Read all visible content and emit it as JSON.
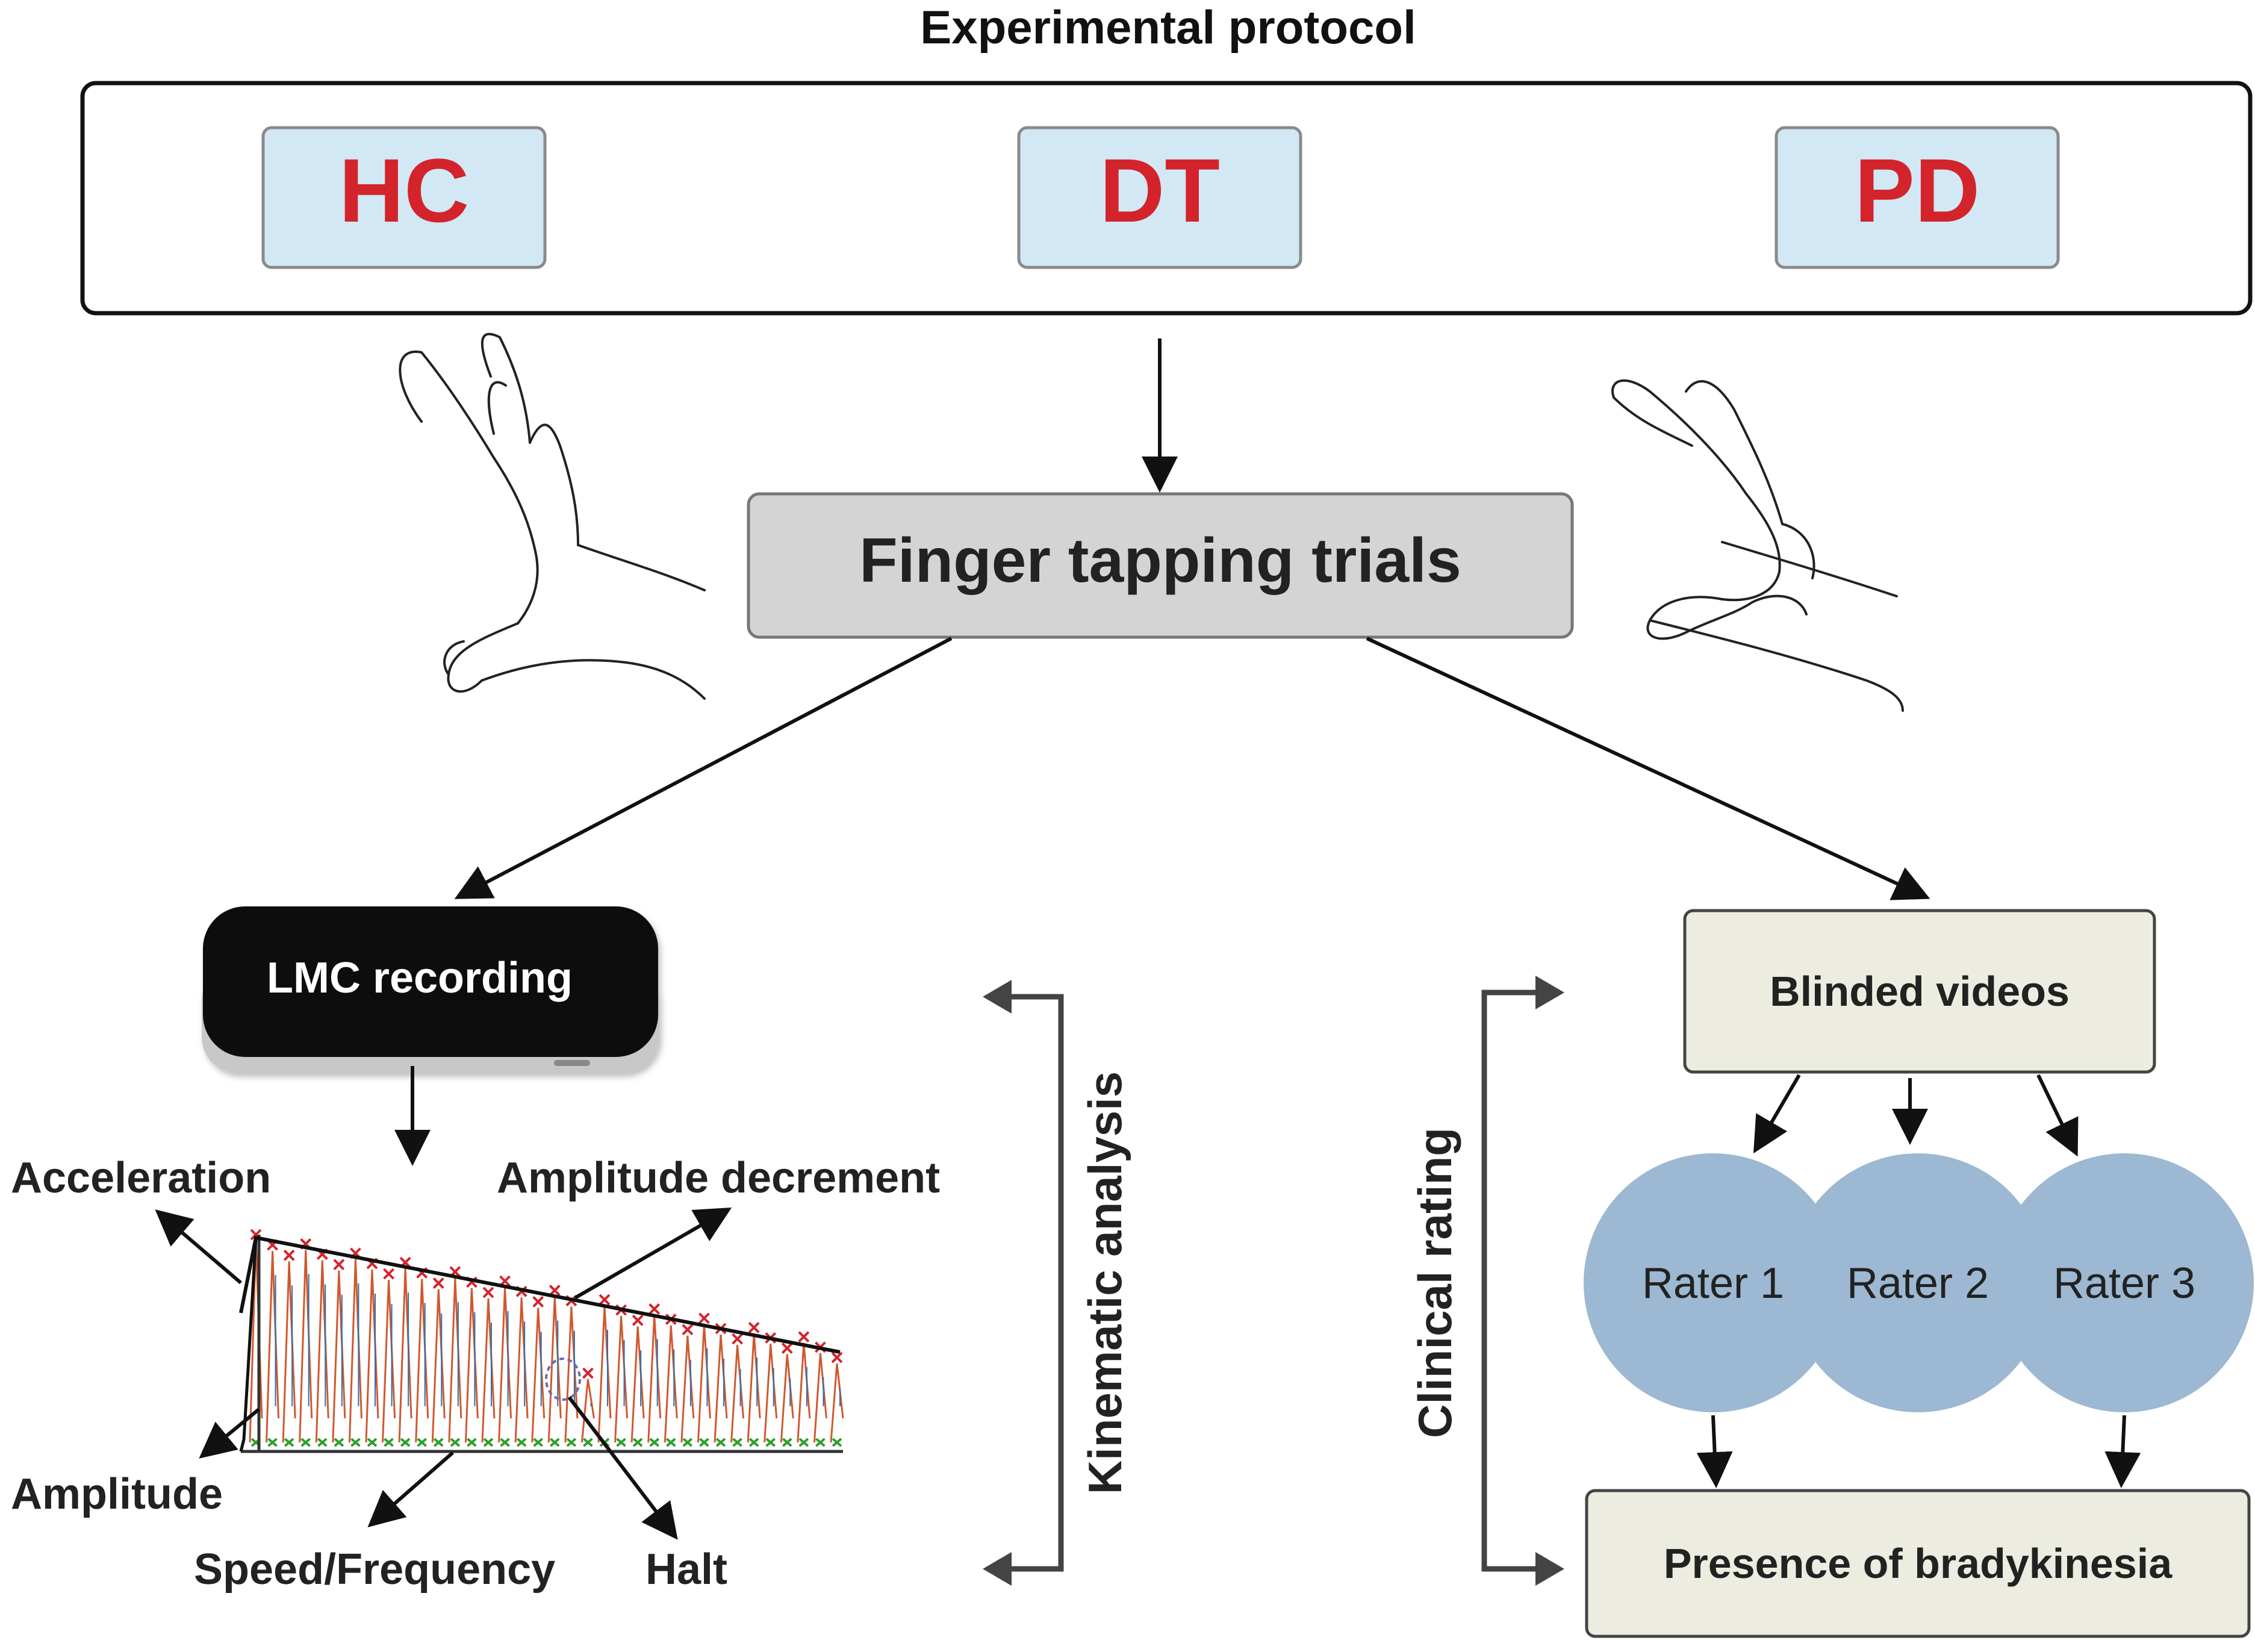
{
  "title": "Experimental protocol",
  "groups": [
    "HC",
    "DT",
    "PD"
  ],
  "trial_box": "Finger tapping trials",
  "left_branch": {
    "device": "LMC recording",
    "side_label": "Kinematic analysis",
    "features": {
      "acceleration": "Acceleration",
      "amplitude_decrement": "Amplitude decrement",
      "amplitude": "Amplitude",
      "speed_frequency": "Speed/Frequency",
      "halt": "Halt"
    }
  },
  "right_branch": {
    "videos": "Blinded videos",
    "side_label": "Clinical rating",
    "raters": [
      "Rater 1",
      "Rater 2",
      "Rater 3"
    ],
    "outcome": "Presence of bradykinesia"
  },
  "colors": {
    "group_text": "#d3242b",
    "group_fill": "#d3e8f5",
    "trial_fill": "#d4d4d4",
    "device_fill": "#111111",
    "video_fill": "#ecece0",
    "rater_fill": "#9cb8d2",
    "signal_line": "#d0582e",
    "signal_peak": "#d3242b",
    "signal_trough": "#2ca02c",
    "signal_mid": "#2d6fb0"
  },
  "icons": [
    "hand-open-icon",
    "hand-tapping-icon"
  ]
}
